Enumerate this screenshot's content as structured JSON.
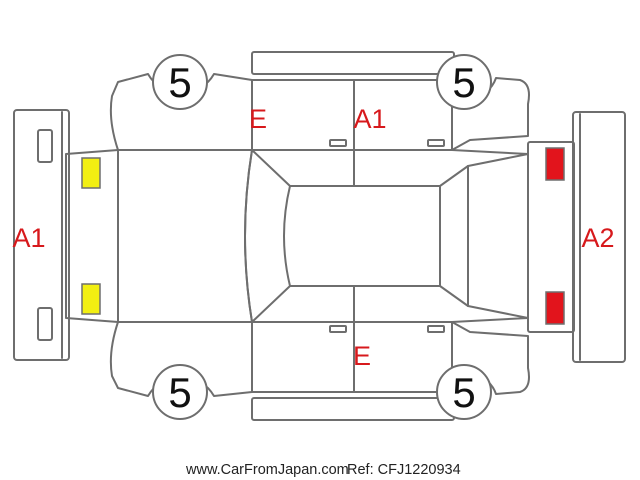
{
  "colors": {
    "outline": "#6e6e6e",
    "mark_text": "#d7191c",
    "tire_text": "#111111",
    "light_yellow": "#f2ef12",
    "light_red": "#e2141c"
  },
  "tires": {
    "front_left": "5",
    "front_right": "5",
    "rear_left": "5",
    "rear_right": "5"
  },
  "damage_marks": {
    "front_bumper": "A1",
    "rear_bumper": "A2",
    "left_front_door": "E",
    "left_rear_door": "A1",
    "right_door": "E"
  },
  "footer": {
    "site": "www.CarFromJapan.com",
    "ref": "Ref: CFJ1220934"
  }
}
